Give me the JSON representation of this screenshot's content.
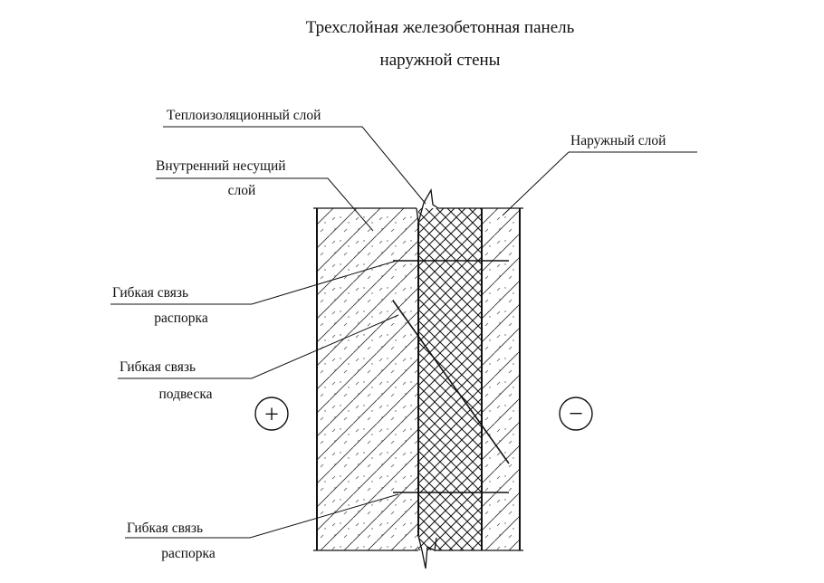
{
  "title": {
    "line1": "Трехслойная железобетонная панель",
    "line2": "наружной стены"
  },
  "labels": {
    "insulation": "Теплоизоляционный слой",
    "outer": "Наружный слой",
    "inner_line1": "Внутренний несущий",
    "inner_line2": "слой",
    "spacer_top_line1": "Гибкая связь",
    "spacer_top_line2": "распорка",
    "hanger_line1": "Гибкая связь",
    "hanger_line2": "подвеска",
    "spacer_bottom_line1": "Гибкая связь",
    "spacer_bottom_line2": "распорка"
  },
  "symbols": {
    "plus": "+",
    "minus": "−"
  },
  "colors": {
    "ink": "#111111",
    "background": "#ffffff"
  }
}
